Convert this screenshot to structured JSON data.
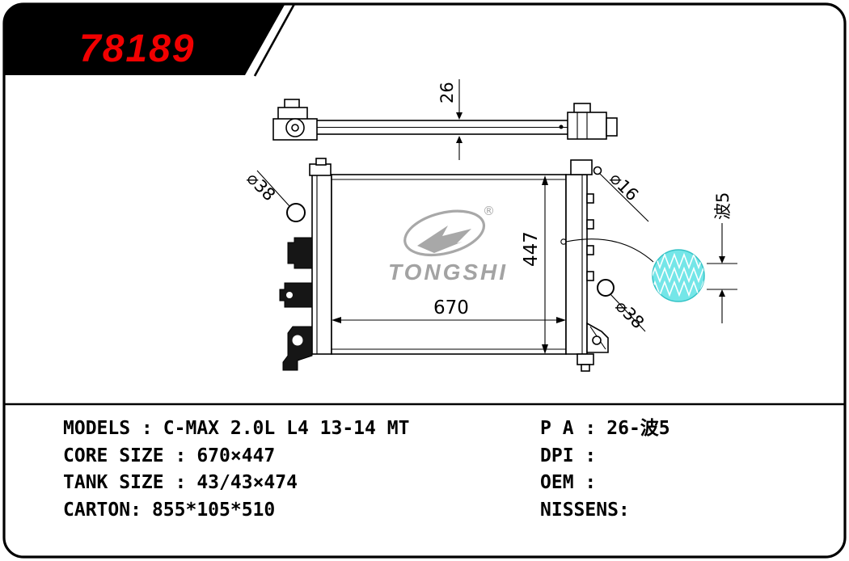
{
  "banner": {
    "part_number": "78189"
  },
  "logo": {
    "brand": "TONGSHI",
    "registered": "®"
  },
  "drawing": {
    "thickness_dim": "26",
    "core_width_dim": "670",
    "core_height_dim": "447",
    "pipe_left_label": "⌀38",
    "pipe_top_right_label": "⌀16",
    "pipe_right_label": "⌀38",
    "fin_label": "波5"
  },
  "specs": {
    "rows_left": [
      {
        "label": "MODELS :",
        "value": "C-MAX 2.0L L4 13-14 MT"
      },
      {
        "label": "CORE SIZE :",
        "value": "670×447"
      },
      {
        "label": "TANK SIZE :",
        "value": "43/43×474"
      },
      {
        "label": "CARTON:",
        "value": "855*105*510"
      }
    ],
    "rows_right": [
      {
        "label": "P A :",
        "value": "26-波5"
      },
      {
        "label": "DPI :",
        "value": ""
      },
      {
        "label": "OEM :",
        "value": ""
      },
      {
        "label": "NISSENS:",
        "value": ""
      }
    ]
  },
  "colors": {
    "accent_red": "#f10000",
    "line_black": "#000000",
    "fin_cyan": "#74e6e8",
    "logo_gray": "#a3a3a3"
  }
}
